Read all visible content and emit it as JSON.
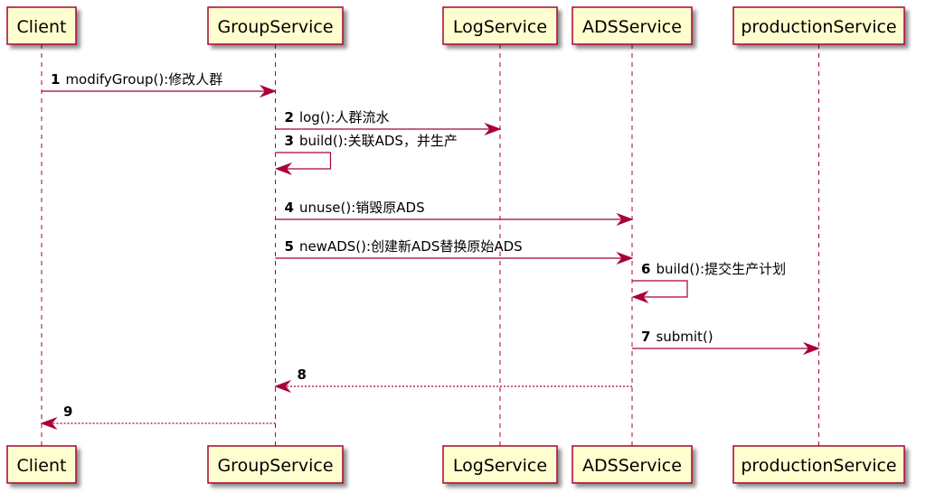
{
  "diagram": {
    "type": "sequence",
    "colors": {
      "line": "#a80036",
      "box_fill": "#fefece",
      "box_border": "#a80036",
      "shadow": "#b0b0b0",
      "text": "#000000"
    },
    "participants": [
      {
        "id": "client",
        "label": "Client"
      },
      {
        "id": "group",
        "label": "GroupService"
      },
      {
        "id": "log",
        "label": "LogService"
      },
      {
        "id": "ads",
        "label": "ADSService"
      },
      {
        "id": "prod",
        "label": "productionService"
      }
    ],
    "messages": [
      {
        "num": "1",
        "text": "modifyGroup():修改人群",
        "from": "client",
        "to": "group",
        "style": "solid"
      },
      {
        "num": "2",
        "text": "log():人群流水",
        "from": "group",
        "to": "log",
        "style": "solid"
      },
      {
        "num": "3",
        "text": "build():关联ADS，并生产",
        "from": "group",
        "to": "group",
        "style": "self"
      },
      {
        "num": "4",
        "text": "unuse():销毁原ADS",
        "from": "group",
        "to": "ads",
        "style": "solid"
      },
      {
        "num": "5",
        "text": "newADS():创建新ADS替换原始ADS",
        "from": "group",
        "to": "ads",
        "style": "solid"
      },
      {
        "num": "6",
        "text": "build():提交生产计划",
        "from": "ads",
        "to": "ads",
        "style": "self"
      },
      {
        "num": "7",
        "text": "submit()",
        "from": "ads",
        "to": "prod",
        "style": "solid"
      },
      {
        "num": "8",
        "text": "",
        "from": "ads",
        "to": "group",
        "style": "dashed"
      },
      {
        "num": "9",
        "text": "",
        "from": "group",
        "to": "client",
        "style": "dashed"
      }
    ]
  }
}
